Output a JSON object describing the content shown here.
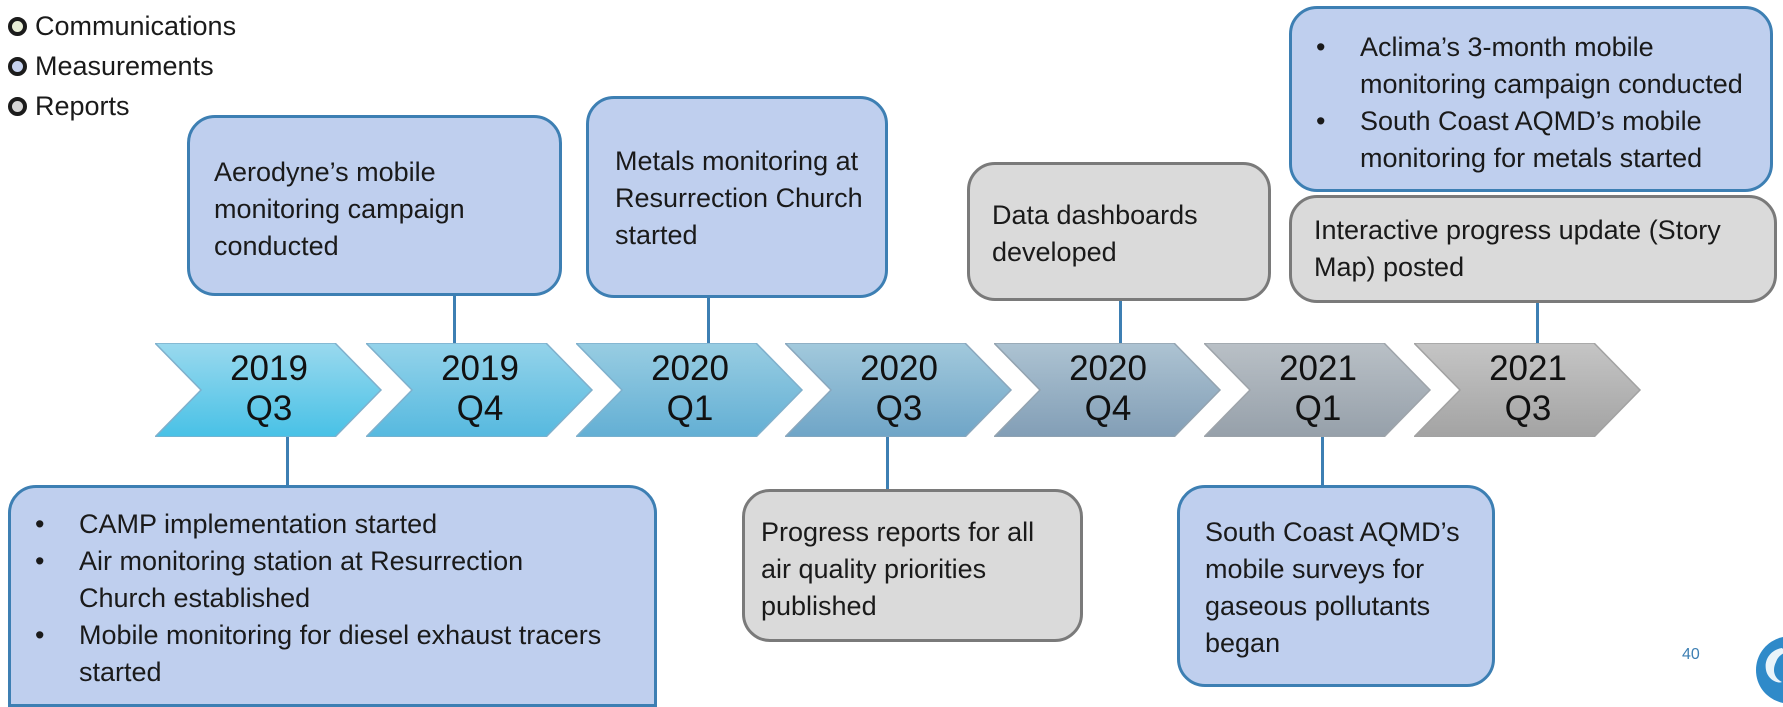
{
  "legend": [
    {
      "label": "Communications",
      "color": "#e9efd8"
    },
    {
      "label": "Measurements",
      "color": "#c7d3f0"
    },
    {
      "label": "Reports",
      "color": "#d6d6d6"
    }
  ],
  "timeline": [
    {
      "year": "2019",
      "quarter": "Q3",
      "color_start": "#9ad9ee",
      "color_end": "#48c1e6"
    },
    {
      "year": "2019",
      "quarter": "Q4",
      "color_start": "#94d3ea",
      "color_end": "#56b9df"
    },
    {
      "year": "2020",
      "quarter": "Q1",
      "color_start": "#98cde2",
      "color_end": "#63afd4"
    },
    {
      "year": "2020",
      "quarter": "Q3",
      "color_start": "#a2c9dc",
      "color_end": "#6fa5c7"
    },
    {
      "year": "2020",
      "quarter": "Q4",
      "color_start": "#adc3d2",
      "color_end": "#829eb6"
    },
    {
      "year": "2021",
      "quarter": "Q1",
      "color_start": "#b9c0c6",
      "color_end": "#96a0aa"
    },
    {
      "year": "2021",
      "quarter": "Q3",
      "color_start": "#c5c5c5",
      "color_end": "#a3a3a3"
    }
  ],
  "events": {
    "aerodyne": "Aerodyne’s mobile monitoring campaign conducted",
    "metals": "Metals monitoring at Resurrection Church started",
    "dashboards": "Data dashboards developed",
    "aclima_list": [
      "Aclima’s 3-month mobile monitoring campaign conducted",
      "South Coast AQMD’s mobile monitoring for metals started"
    ],
    "story_map": "Interactive progress update (Story Map) posted",
    "camp_list": [
      "CAMP implementation started",
      "Air monitoring station at Resurrection Church established",
      "Mobile monitoring for diesel exhaust tracers started"
    ],
    "progress_reports": "Progress reports for all air quality priorities published",
    "south_coast_surveys": "South Coast AQMD’s mobile surveys for gaseous pollutants began"
  },
  "page_number": "40",
  "colors": {
    "measurement_fill": "#bfcfee",
    "report_fill": "#dadada",
    "border_blue": "#3d7fb3",
    "border_gray": "#7a7a7a"
  }
}
